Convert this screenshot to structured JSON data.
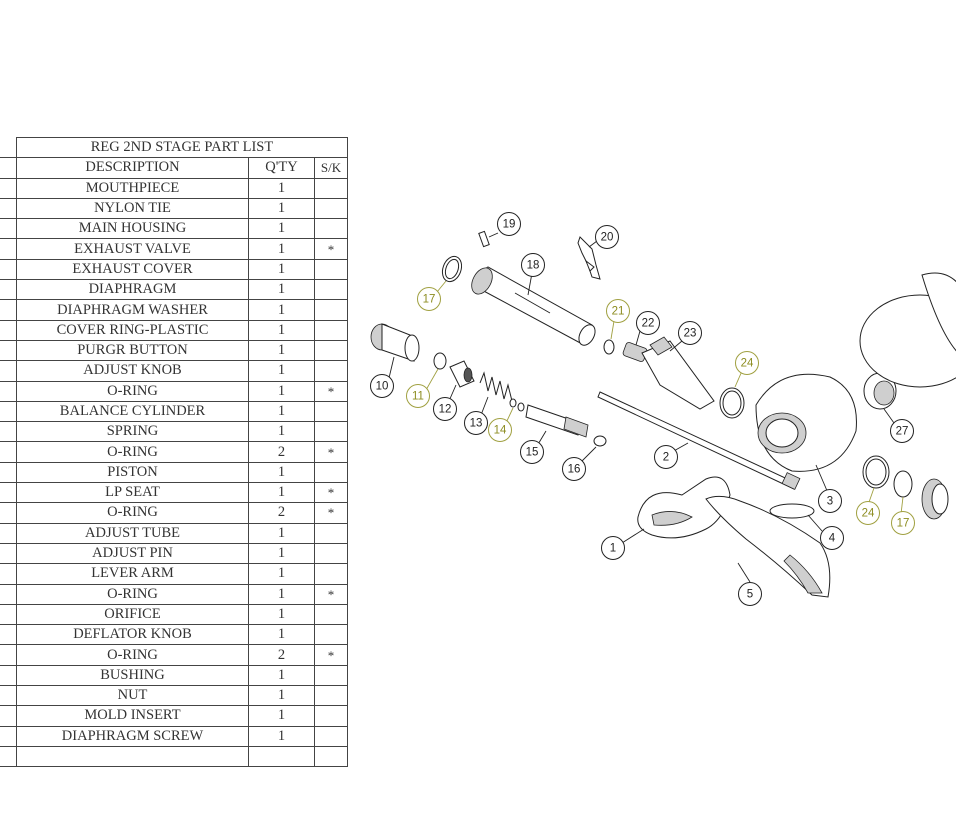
{
  "table": {
    "title": "REG 2ND STAGE  PART LIST",
    "headers": {
      "description": "DESCRIPTION",
      "qty": "Q'TY",
      "sk": "S/K"
    },
    "rows": [
      {
        "description": "MOUTHPIECE",
        "qty": "1",
        "sk": ""
      },
      {
        "description": "NYLON TIE",
        "qty": "1",
        "sk": ""
      },
      {
        "description": "MAIN HOUSING",
        "qty": "1",
        "sk": ""
      },
      {
        "description": "EXHAUST VALVE",
        "qty": "1",
        "sk": "*"
      },
      {
        "description": "EXHAUST COVER",
        "qty": "1",
        "sk": ""
      },
      {
        "description": "DIAPHRAGM",
        "qty": "1",
        "sk": ""
      },
      {
        "description": "DIAPHRAGM WASHER",
        "qty": "1",
        "sk": ""
      },
      {
        "description": "COVER RING-PLASTIC",
        "qty": "1",
        "sk": ""
      },
      {
        "description": "PURGR BUTTON",
        "qty": "1",
        "sk": ""
      },
      {
        "description": "ADJUST KNOB",
        "qty": "1",
        "sk": ""
      },
      {
        "description": "O-RING",
        "qty": "1",
        "sk": "*"
      },
      {
        "description": "BALANCE CYLINDER",
        "qty": "1",
        "sk": ""
      },
      {
        "description": "SPRING",
        "qty": "1",
        "sk": ""
      },
      {
        "description": "O-RING",
        "qty": "2",
        "sk": "*"
      },
      {
        "description": "PISTON",
        "qty": "1",
        "sk": ""
      },
      {
        "description": "LP SEAT",
        "qty": "1",
        "sk": "*"
      },
      {
        "description": "O-RING",
        "qty": "2",
        "sk": "*"
      },
      {
        "description": "ADJUST TUBE",
        "qty": "1",
        "sk": ""
      },
      {
        "description": "ADJUST PIN",
        "qty": "1",
        "sk": ""
      },
      {
        "description": "LEVER ARM",
        "qty": "1",
        "sk": ""
      },
      {
        "description": "O-RING",
        "qty": "1",
        "sk": "*"
      },
      {
        "description": "ORIFICE",
        "qty": "1",
        "sk": ""
      },
      {
        "description": "DEFLATOR KNOB",
        "qty": "1",
        "sk": ""
      },
      {
        "description": "O-RING",
        "qty": "2",
        "sk": "*"
      },
      {
        "description": "BUSHING",
        "qty": "1",
        "sk": ""
      },
      {
        "description": "NUT",
        "qty": "1",
        "sk": ""
      },
      {
        "description": "MOLD INSERT",
        "qty": "1",
        "sk": ""
      },
      {
        "description": "DIAPHRAGM SCREW",
        "qty": "1",
        "sk": ""
      },
      {
        "description": "",
        "qty": "",
        "sk": ""
      }
    ]
  },
  "diagram": {
    "callouts": [
      {
        "label": "19",
        "spare_kit": false
      },
      {
        "label": "20",
        "spare_kit": false
      },
      {
        "label": "17",
        "spare_kit": true
      },
      {
        "label": "18",
        "spare_kit": false
      },
      {
        "label": "21",
        "spare_kit": true
      },
      {
        "label": "22",
        "spare_kit": false
      },
      {
        "label": "23",
        "spare_kit": false
      },
      {
        "label": "24",
        "spare_kit": true
      },
      {
        "label": "10",
        "spare_kit": false
      },
      {
        "label": "11",
        "spare_kit": true
      },
      {
        "label": "12",
        "spare_kit": false
      },
      {
        "label": "13",
        "spare_kit": false
      },
      {
        "label": "14",
        "spare_kit": true
      },
      {
        "label": "15",
        "spare_kit": false
      },
      {
        "label": "16",
        "spare_kit": false
      },
      {
        "label": "2",
        "spare_kit": false
      },
      {
        "label": "3",
        "spare_kit": false
      },
      {
        "label": "27",
        "spare_kit": false
      },
      {
        "label": "24",
        "spare_kit": true
      },
      {
        "label": "17",
        "spare_kit": true
      },
      {
        "label": "4",
        "spare_kit": false
      },
      {
        "label": "1",
        "spare_kit": false
      },
      {
        "label": "5",
        "spare_kit": false
      }
    ],
    "colors": {
      "line": "#222222",
      "spare_kit": "#a0a040",
      "shade": "#cfcfcf"
    }
  }
}
